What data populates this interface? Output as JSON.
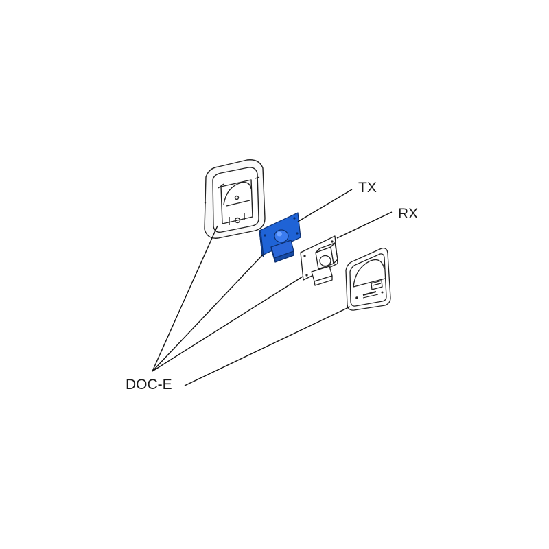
{
  "labels": {
    "tx": "TX",
    "rx": "RX",
    "doc_e": "DOC-E"
  },
  "colors": {
    "highlight_board": "#1f63d6",
    "highlight_board_dark": "#1248a8",
    "line": "#111111",
    "background": "#ffffff"
  }
}
